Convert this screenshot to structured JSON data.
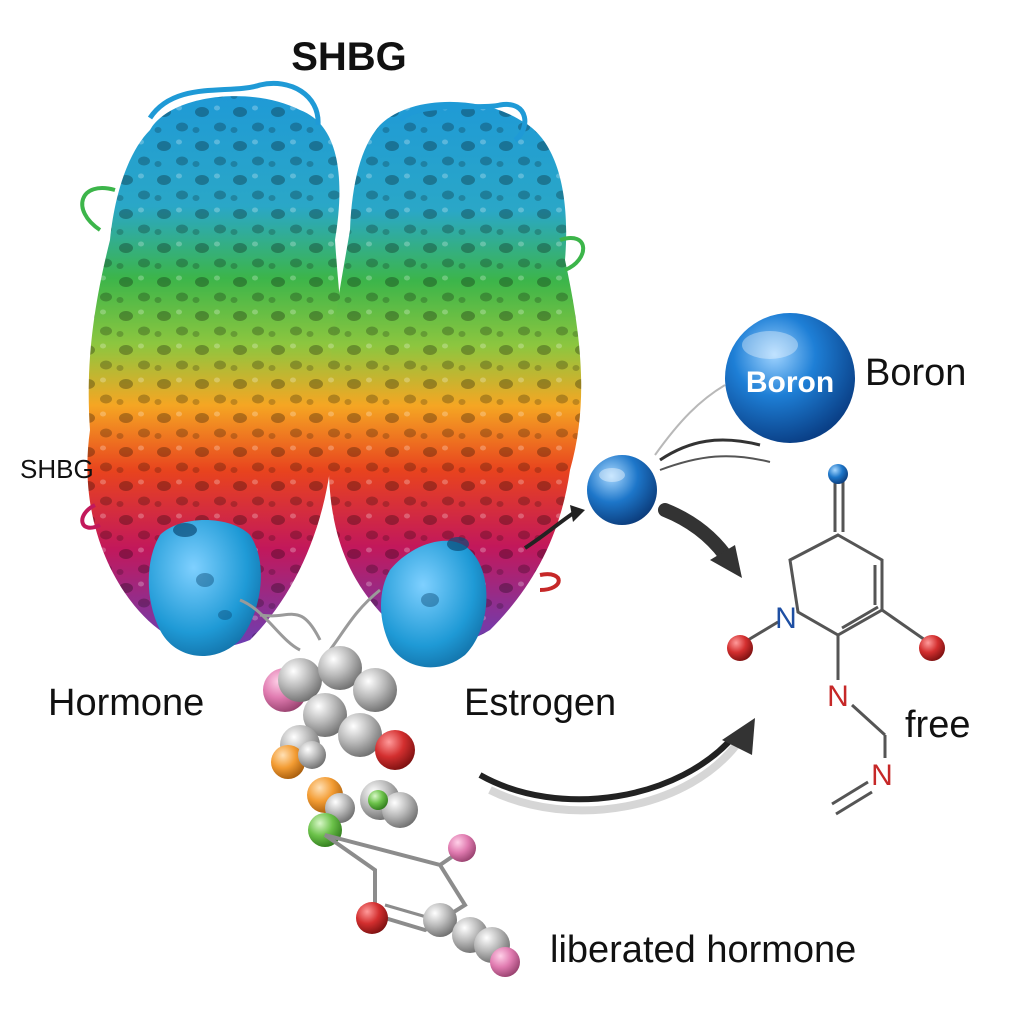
{
  "labels": {
    "title": "SHBG",
    "side_label": "SHBG",
    "hormone": "Hormone",
    "estrogen": "Estrogen",
    "boron_sphere_text": "Boron",
    "boron_label": "Boron",
    "free": "free",
    "liberated": "liberated hormone"
  },
  "atoms": {
    "n1": "N",
    "n2": "N",
    "n3": "N"
  },
  "colors": {
    "protein_bands": [
      "#1f9ad6",
      "#3cb54a",
      "#8dc63f",
      "#f5a623",
      "#e8431e",
      "#c2185b",
      "#6a3fb5"
    ],
    "boron_blue": "#1565c0",
    "oxygen_red": "#d32f2f",
    "nitrogen_blue": "#1e4fa3",
    "nitrogen_red": "#c62828",
    "atom_pink": "#e07bb0",
    "atom_green": "#6cc24a",
    "atom_orange": "#f39c33",
    "atom_grey": "#b0b0b0"
  }
}
